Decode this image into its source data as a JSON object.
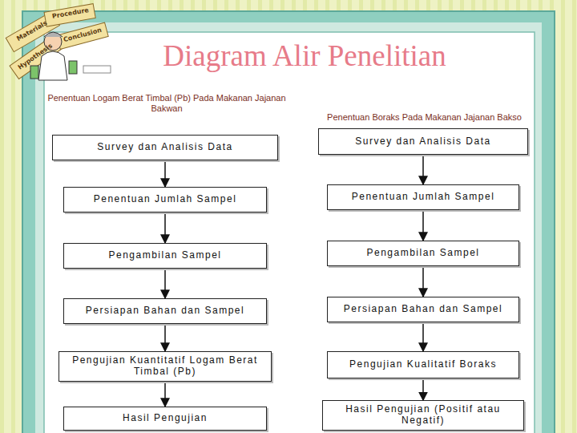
{
  "diagram": {
    "title": "Diagram Alir Penelitian",
    "nodes": [
      {
        "text": [
          "Survey dan Analisis Data"
        ]
      },
      {
        "text": [
          "Penentuan Jumlah Sampel"
        ]
      },
      {
        "text": [
          "Pengambilan Sampel"
        ]
      },
      {
        "text": [
          "Persiapan Bahan dan Sampel"
        ]
      },
      {
        "text": [
          "Pengujian Kuantitatif Logam Berat Timbal (Pb)"
        ]
      },
      {
        "text": [
          "Hasil Pengujian"
        ]
      },
      {
        "text": [
          "Survey dan Analisis Data"
        ]
      },
      {
        "text": [
          "Penentuan Jumlah Sampel"
        ]
      },
      {
        "text": [
          "Pengambilan Sampel"
        ]
      },
      {
        "text": [
          "Persiapan Bahan dan Sampel"
        ]
      },
      {
        "text": [
          "Pengujian Kualitatif Boraks"
        ]
      },
      {
        "text": [
          "Hasil Pengujian (Positif atau Negatif)"
        ]
      }
    ],
    "edges": [
      {
        "from": 0,
        "to": 1,
        "arrow": "to"
      },
      {
        "from": 1,
        "to": 2,
        "arrow": "to"
      },
      {
        "from": 2,
        "to": 3,
        "arrow": "to"
      },
      {
        "from": 3,
        "to": 4,
        "arrow": "to"
      },
      {
        "from": 4,
        "to": 5,
        "arrow": "to"
      },
      {
        "from": 6,
        "to": 7,
        "arrow": "to"
      },
      {
        "from": 7,
        "to": 8,
        "arrow": "to"
      },
      {
        "from": 8,
        "to": 9,
        "arrow": "to"
      },
      {
        "from": 9,
        "to": 10,
        "arrow": "to"
      },
      {
        "from": 10,
        "to": 11,
        "arrow": "to"
      }
    ],
    "labels": [
      "Penentuan Logam Berat Timbal (Pb) Pada Makanan Jajanan Bakwan",
      "Penentuan Boraks Pada Makanan Jajanan Bakso",
      "Procedure",
      "Materials",
      "Hypothesis",
      "Conclusion"
    ]
  }
}
